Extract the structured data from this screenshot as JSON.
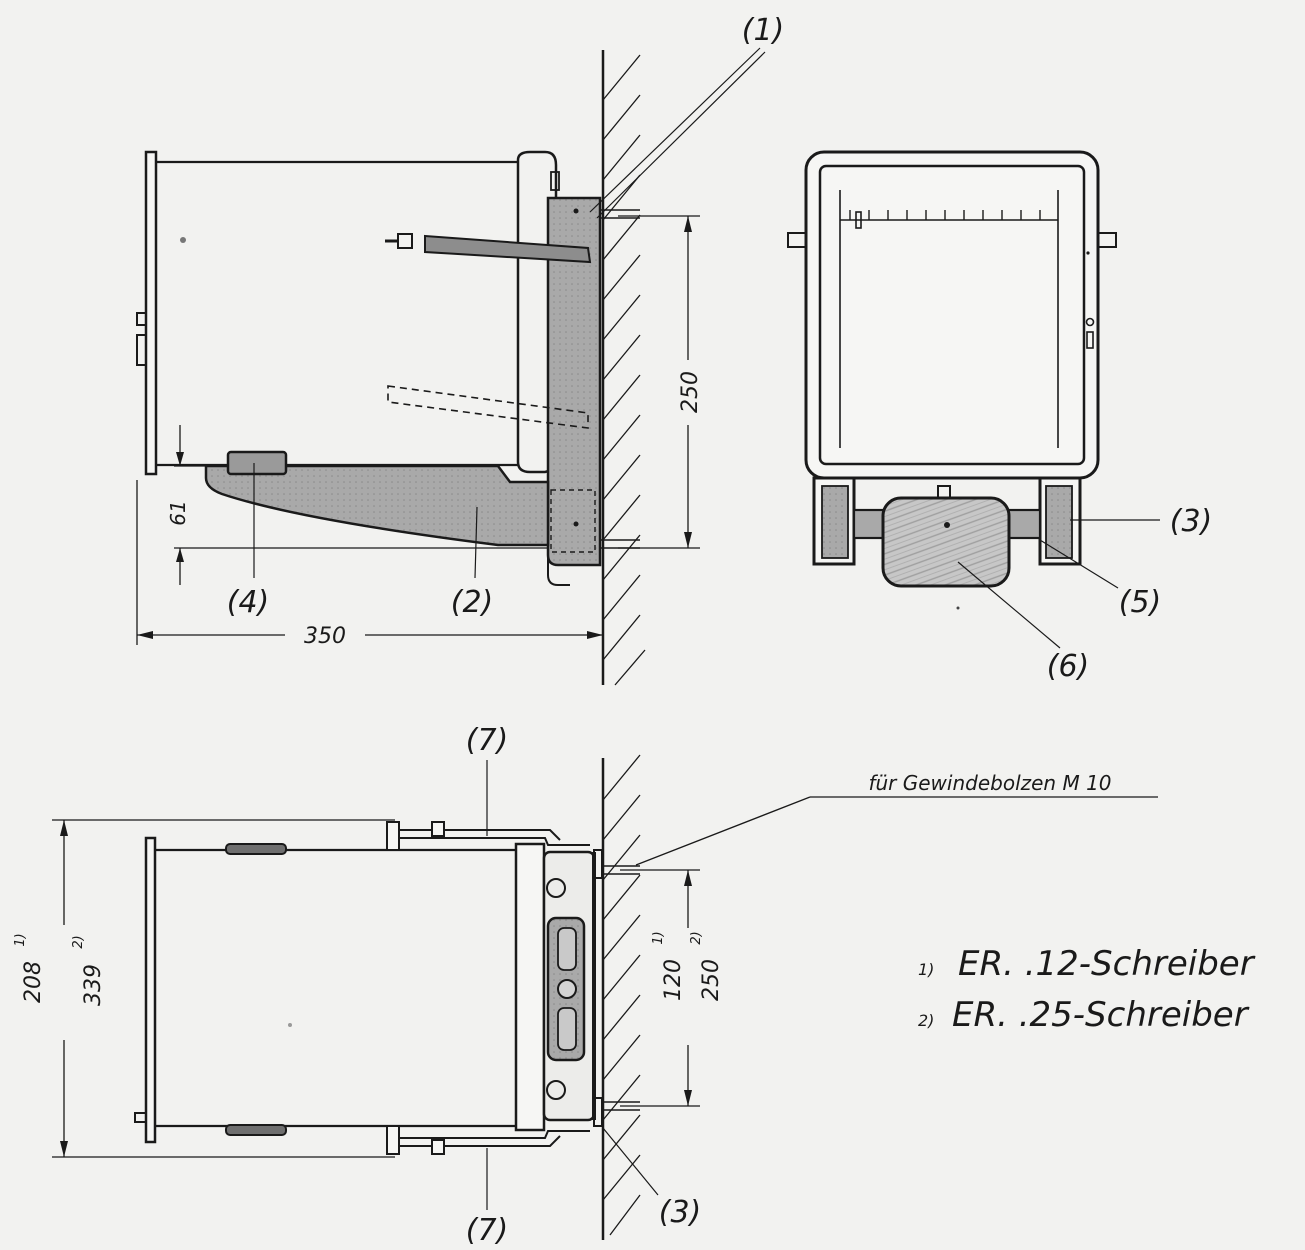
{
  "callouts": {
    "c1": "(1)",
    "c2": "(2)",
    "c3_front": "(3)",
    "c3_top": "(3)",
    "c4": "(4)",
    "c5": "(5)",
    "c6": "(6)",
    "c7_top": "(7)",
    "c7_bottom": "(7)"
  },
  "dimensions": {
    "d350": "350",
    "d250_side": "250",
    "d61": "61",
    "d208": "208",
    "d339": "339",
    "d120": "120",
    "d250_top": "250",
    "sup1_a": "1)",
    "sup2_a": "2)",
    "sup1_b": "1)",
    "sup2_b": "2)"
  },
  "annotations": {
    "bolt_note": "für Gewindebolzen M 10"
  },
  "legend": {
    "marker1": "1)",
    "text1": "ER. .12-Schreiber",
    "marker2": "2)",
    "text2": "ER. .25-Schreiber"
  }
}
